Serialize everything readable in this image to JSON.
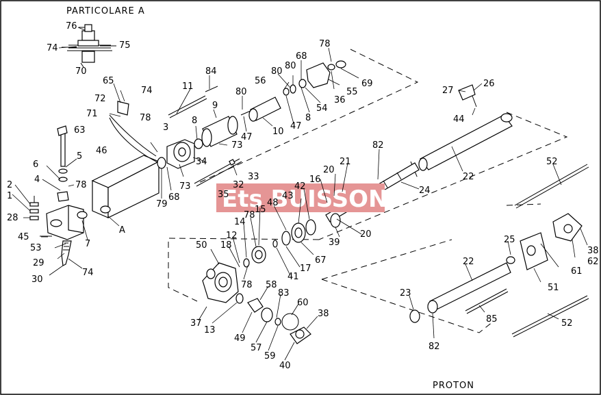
{
  "title_detail": "PARTICOLARE A",
  "title_model": "PROTON",
  "watermark": "Ets BUISSON",
  "colors": {
    "watermark_bg": "#e59595",
    "line": "#000000",
    "background": "#ffffff"
  },
  "labels": {
    "p76": "76",
    "p74a": "74",
    "p75": "75",
    "p70": "70",
    "p65": "65",
    "p72": "72",
    "p74b": "74",
    "p71": "71",
    "p78a": "78",
    "p3": "3",
    "p11": "11",
    "p84": "84",
    "p8a": "8",
    "p9": "9",
    "p73a": "73",
    "p34": "34",
    "p73b": "73",
    "p46": "46",
    "p63": "63",
    "p5": "5",
    "p6": "6",
    "p4": "4",
    "p78b": "78",
    "p2": "2",
    "p1": "1",
    "p28": "28",
    "p79": "79",
    "p68a": "68",
    "pA": "A",
    "p33": "33",
    "p32": "32",
    "p35": "35",
    "p45": "45",
    "p53": "53",
    "p29": "29",
    "p30": "30",
    "p7": "7",
    "p74c": "74",
    "p80a": "80",
    "p56": "56",
    "p80b": "80",
    "p80c": "80",
    "p68b": "68",
    "p78c": "78",
    "p47a": "47",
    "p10": "10",
    "p47b": "47",
    "p8b": "8",
    "p54": "54",
    "p36": "36",
    "p55": "55",
    "p69": "69",
    "p27": "27",
    "p26": "26",
    "p44": "44",
    "p82a": "82",
    "p22a": "22",
    "p21": "21",
    "p20a": "20",
    "p16": "16",
    "p24": "24",
    "p42": "42",
    "p43": "43",
    "p48": "48",
    "p15": "15",
    "p78d": "78",
    "p14": "14",
    "p39": "39",
    "p20b": "20",
    "p50": "50",
    "p12": "12",
    "p18": "18",
    "p67": "67",
    "p17": "17",
    "p41": "41",
    "p78e": "78",
    "p37": "37",
    "p13": "13",
    "p49": "49",
    "p58": "58",
    "p83": "83",
    "p60": "60",
    "p38a": "38",
    "p57": "57",
    "p59": "59",
    "p40": "40",
    "p52a": "52",
    "p25": "25",
    "p38b": "38",
    "p62": "62",
    "p61": "61",
    "p51": "51",
    "p22b": "22",
    "p23": "23",
    "p85": "85",
    "p82b": "82",
    "p52b": "52"
  }
}
